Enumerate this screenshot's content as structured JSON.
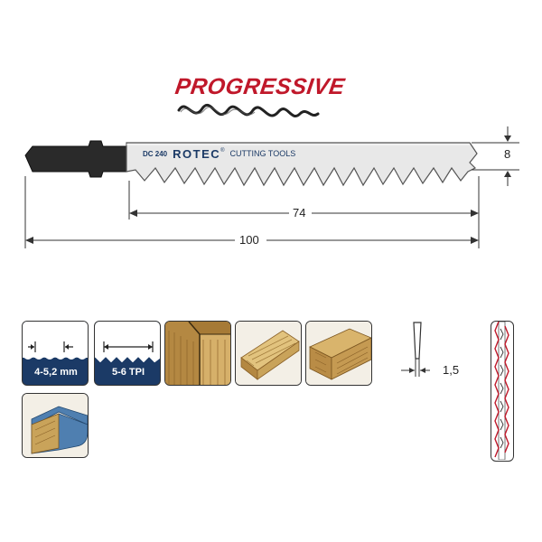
{
  "title": "PROGRESSIVE",
  "blade": {
    "code": "DC 240",
    "brand": "ROTEC",
    "registered": "®",
    "tagline": "CUTTING TOOLS"
  },
  "dimensions": {
    "height": "8",
    "cutting_length": "74",
    "total_length": "100",
    "thickness": "1,5"
  },
  "specs": {
    "tooth_pitch": "4-5,2 mm",
    "teeth_per_inch": "5-6 TPI"
  },
  "icons": [
    "tooth-pitch-icon",
    "tpi-icon",
    "joinery-wood-icon",
    "softwood-board-icon",
    "hardwood-board-icon",
    "laminated-board-icon",
    "blade-thickness-icon",
    "blade-side-profile-icon"
  ],
  "colors": {
    "title_red": "#c0182a",
    "spec_navy": "#1b3a66",
    "wood": "#c9a35a",
    "panel_blue": "#4f7fb0"
  }
}
